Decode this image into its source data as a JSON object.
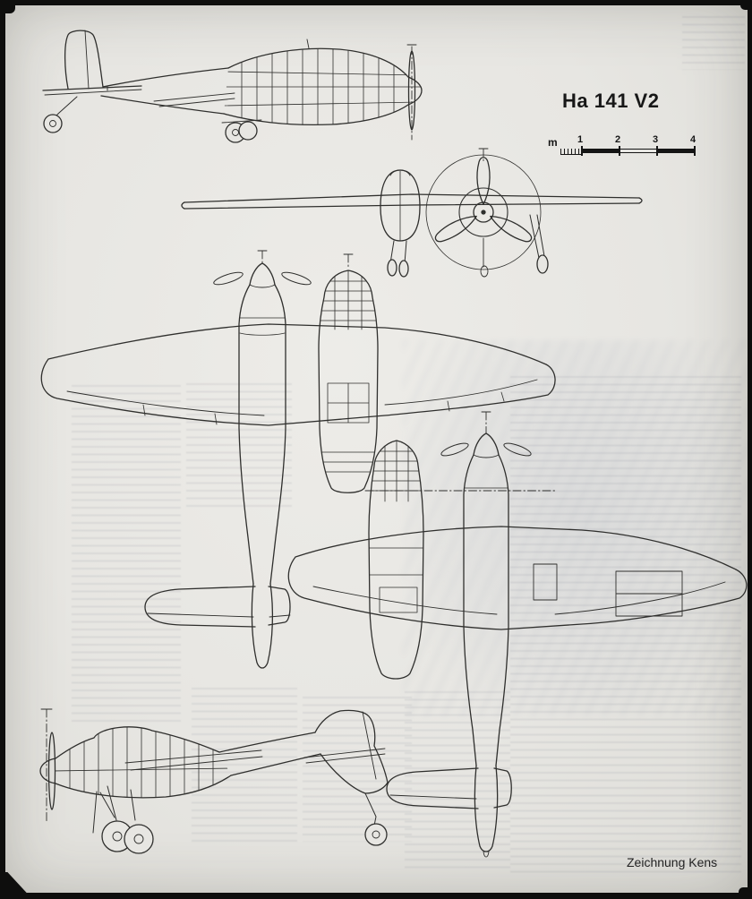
{
  "page": {
    "title": "Ha 141 V2",
    "credit": "Zeichnung Kens"
  },
  "scale_bar": {
    "unit_label": "m",
    "tick_labels": [
      "1",
      "2",
      "3",
      "4"
    ]
  },
  "figure": {
    "subject": "asymmetric aircraft three-view line drawing",
    "views": [
      {
        "name": "side-view-in-flight"
      },
      {
        "name": "front-view-with-propeller-disc"
      },
      {
        "name": "top-plan-view"
      },
      {
        "name": "bottom-plan-view"
      },
      {
        "name": "side-view-on-ground"
      }
    ]
  },
  "colors": {
    "ink": "#2f2f2d",
    "paper": "#e7e6e2",
    "frame": "#0e0e0d"
  }
}
